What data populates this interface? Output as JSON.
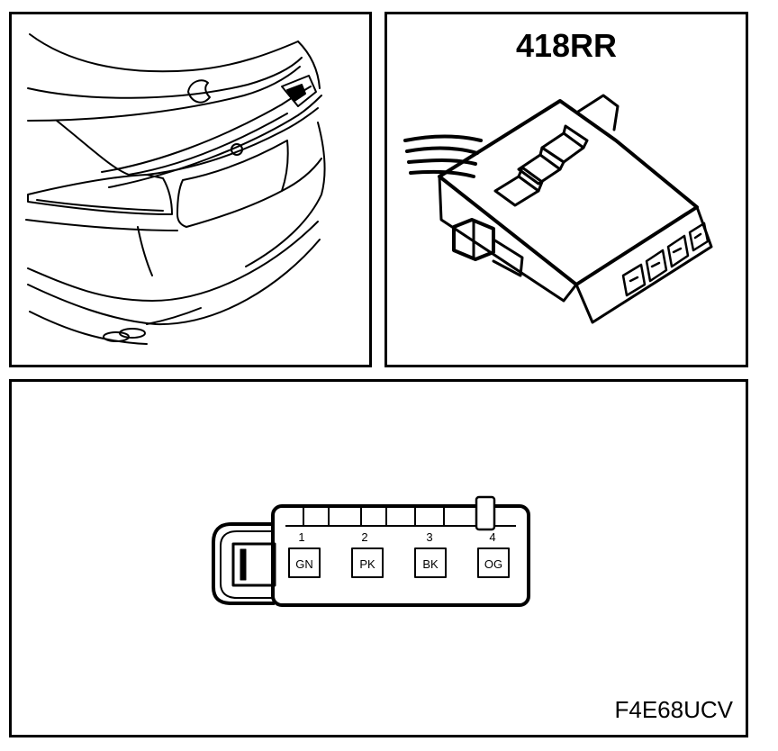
{
  "connector": {
    "id": "418RR",
    "pin_numbers": [
      "1",
      "2",
      "3",
      "4"
    ],
    "wire_colors": [
      "GN",
      "PK",
      "BK",
      "OG"
    ]
  },
  "figure_code": "F4E68UCV"
}
